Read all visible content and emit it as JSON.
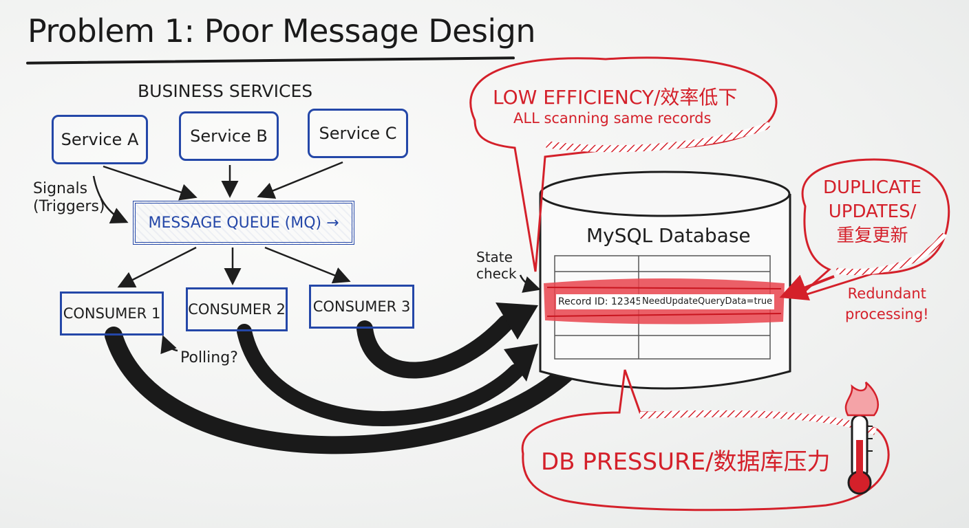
{
  "title": "Problem 1: Poor Message Design",
  "business_services_label": "BUSINESS SERVICES",
  "services": [
    "Service A",
    "Service B",
    "Service C"
  ],
  "signals_note": [
    "Signals",
    "(Triggers)"
  ],
  "message_queue_label": "MESSAGE QUEUE (MQ) →",
  "consumers": [
    "CONSUMER 1",
    "CONSUMER 2",
    "CONSUMER 3"
  ],
  "polling_note": "Polling?",
  "state_check_note": [
    "State",
    "check"
  ],
  "database": {
    "title": "MySQL Database",
    "record_id": "Record ID: 12345",
    "record_flag": "NeedUpdateQueryData=true"
  },
  "callouts": {
    "low_efficiency": {
      "heading": "LOW EFFICIENCY/效率低下",
      "sub": "ALL scanning same records"
    },
    "duplicate_updates": {
      "lines": [
        "DUPLICATE",
        "UPDATES/",
        "重复更新"
      ]
    },
    "redundant": {
      "lines": [
        "Redundant",
        "processing!"
      ]
    },
    "db_pressure": {
      "text": "DB PRESSURE/数据库压力"
    }
  },
  "colors": {
    "ink": "#1e1e1e",
    "blue": "#2447a8",
    "red": "#d4202a",
    "highlight": "#e8434c"
  },
  "icons": [
    "thermometer-icon",
    "fire-icon"
  ]
}
